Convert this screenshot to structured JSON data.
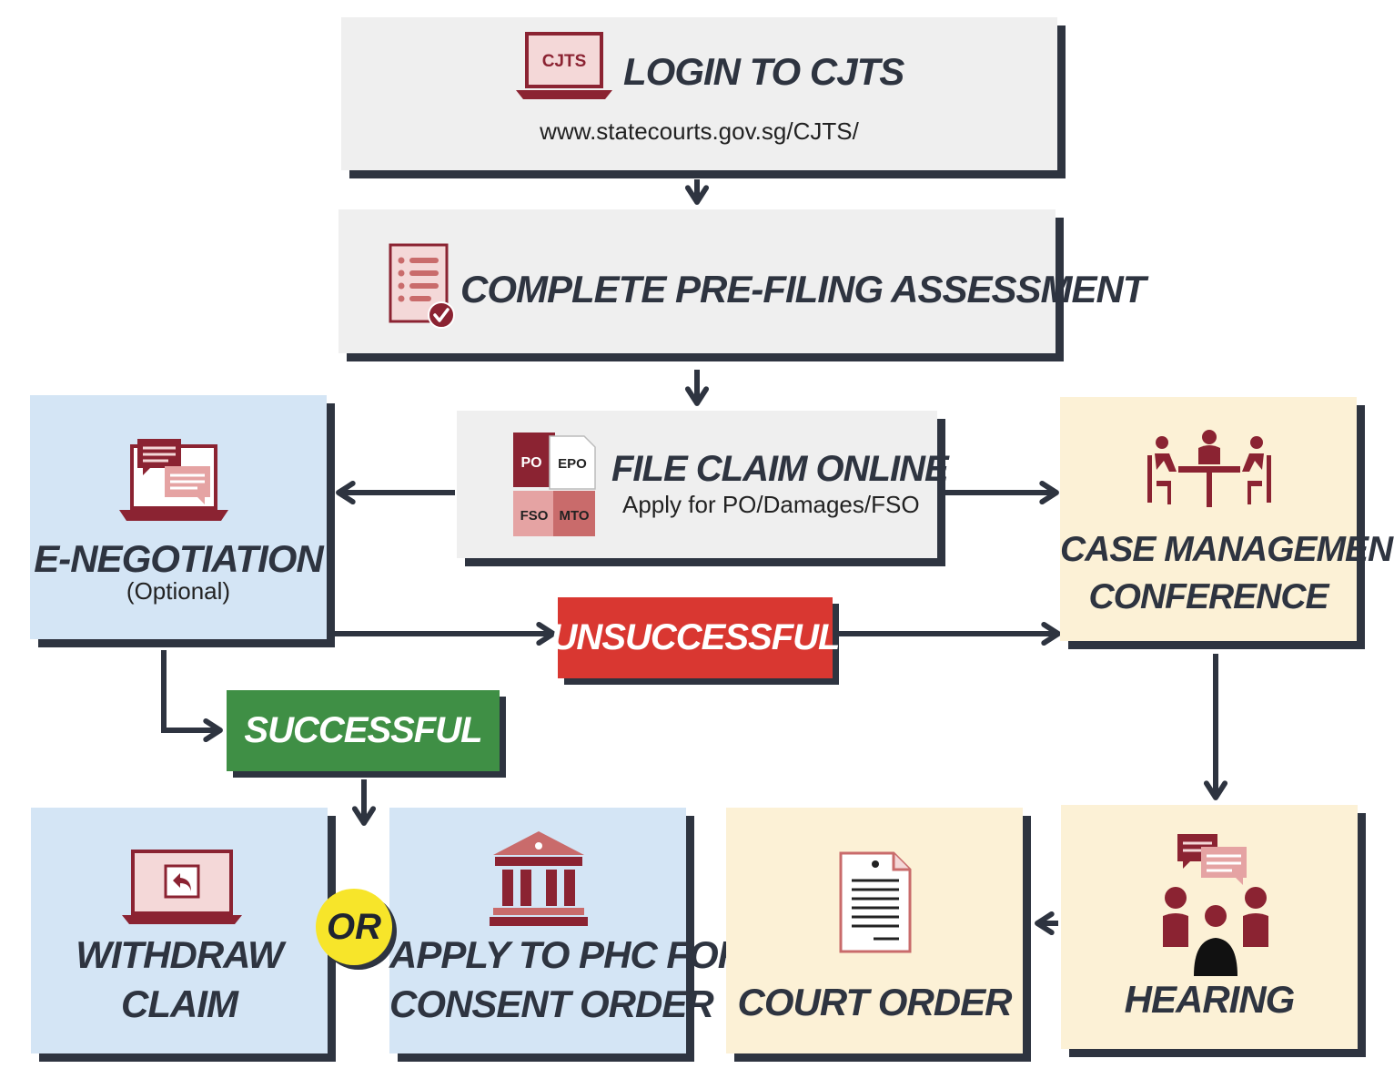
{
  "login": {
    "title": "LOGIN TO CJTS",
    "url": "www.statecourts.gov.sg/CJTS/",
    "icon": "laptop-cjts-icon",
    "icon_text": "CJTS"
  },
  "prefiling": {
    "title": "COMPLETE PRE-FILING ASSESSMENT",
    "icon": "checklist-icon"
  },
  "file_claim": {
    "title": "FILE CLAIM ONLINE",
    "subtitle": "Apply for PO/Damages/FSO",
    "icon": "documents-icon",
    "doc_labels": [
      "PO",
      "EPO",
      "FSO",
      "MTO"
    ]
  },
  "enegotiation": {
    "title": "E-NEGOTIATION",
    "subtitle": "(Optional)",
    "icon": "chat-laptop-icon"
  },
  "case_management": {
    "title_line1": "CASE MANAGEMENT",
    "title_line2": "CONFERENCE",
    "icon": "meeting-table-icon"
  },
  "unsuccessful": {
    "label": "UNSUCCESSFUL"
  },
  "successful": {
    "label": "SUCCESSFUL"
  },
  "withdraw": {
    "title_line1": "WITHDRAW",
    "title_line2": "CLAIM",
    "icon": "withdraw-laptop-icon"
  },
  "or_label": "OR",
  "consent": {
    "title_line1": "APPLY TO PHC FOR",
    "title_line2": "CONSENT ORDER",
    "icon": "courthouse-icon"
  },
  "court_order": {
    "title": "COURT ORDER",
    "icon": "document-icon"
  },
  "hearing": {
    "title": "HEARING",
    "icon": "people-discussion-icon"
  },
  "colors": {
    "dark": "#2e3440",
    "maroon": "#8b2332",
    "red": "#d93731",
    "green": "#3f8f45",
    "yellow": "#f7e52a",
    "blue_box": "#d4e5f5",
    "cream_box": "#fcf1d6",
    "grey_box": "#efefef"
  }
}
